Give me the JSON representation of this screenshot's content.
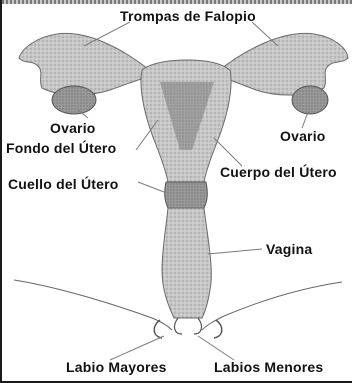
{
  "labels": {
    "fallopian_tubes": "Trompas de Falopio",
    "ovary_left": "Ovario",
    "ovary_right": "Ovario",
    "fundus": "Fondo del Útero",
    "uterus_body": "Cuerpo del Útero",
    "cervix": "Cuello del Útero",
    "vagina": "Vagina",
    "labia_majora": "Labio Mayores",
    "labia_minora": "Labios Menores"
  },
  "colors": {
    "tissue": "#c4c4c4",
    "tissue_dark": "#8c8c8c",
    "outline": "#6a6a6a",
    "leader": "#7a7a7a"
  }
}
